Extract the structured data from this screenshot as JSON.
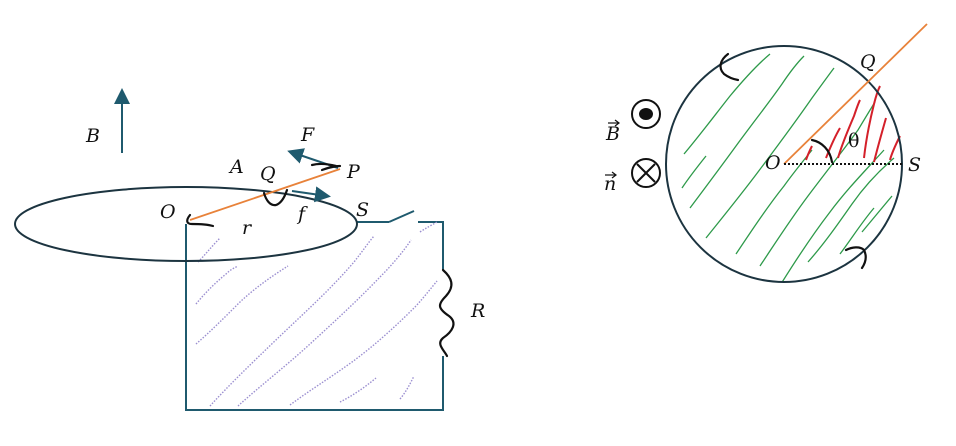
{
  "left_figure": {
    "labels": {
      "B": "B",
      "A": "A",
      "Q": "Q",
      "P": "P",
      "F": "F",
      "f": "f",
      "O": "O",
      "r": "r",
      "S": "S",
      "R": "R"
    }
  },
  "right_figure": {
    "labels": {
      "Q": "Q",
      "O": "O",
      "S": "S",
      "theta": "θ",
      "B_vec": "B",
      "n_vec": "n"
    }
  },
  "colors": {
    "wire": "#1f5a6e",
    "rod": "#e8823a",
    "hatch_purple": "#9b8fd0",
    "hatch_green": "#2e9a4a",
    "hatch_red": "#d4202a"
  }
}
